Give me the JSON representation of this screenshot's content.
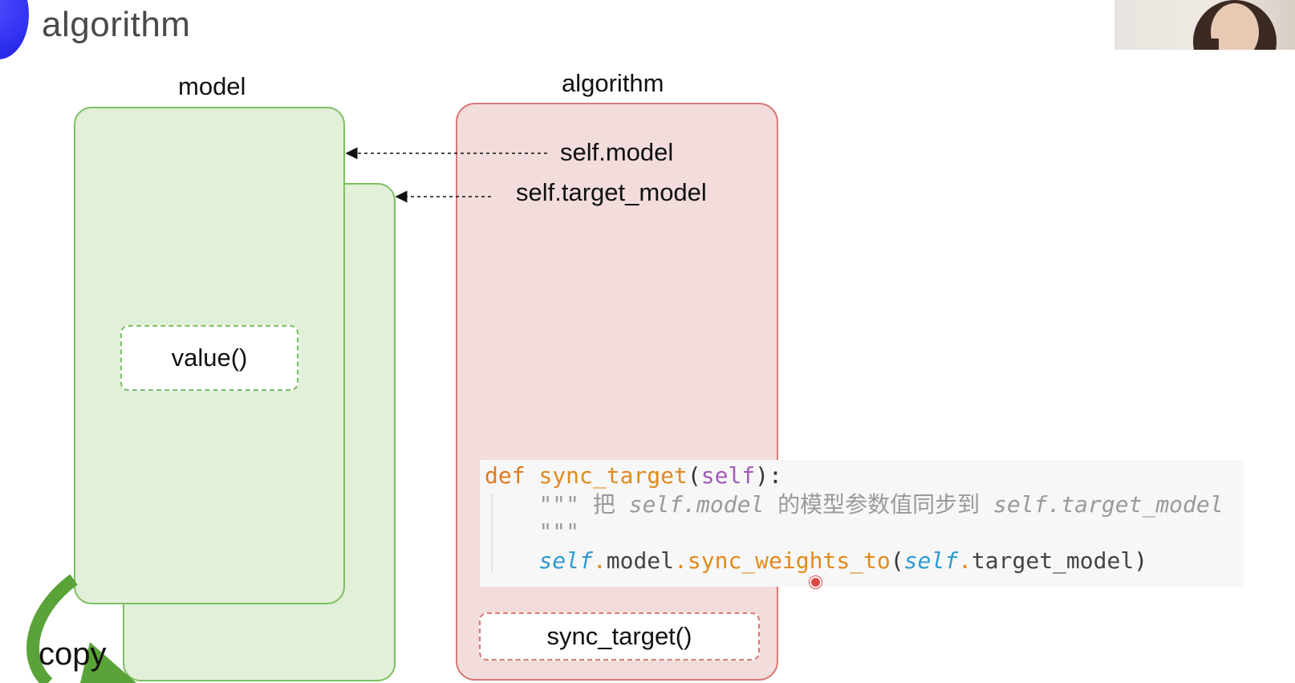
{
  "slide": {
    "title": "algorithm"
  },
  "diagram": {
    "model_label": "model",
    "algorithm_label": "algorithm",
    "self_model_label": "self.model",
    "self_target_model_label": "self.target_model",
    "value_label": "value()",
    "sync_target_label": "sync_target()",
    "copy_label": "copy"
  },
  "code": {
    "line1": {
      "def": "def",
      "name": "sync_target",
      "open": "(",
      "self": "self",
      "close": "):"
    },
    "line2": {
      "quotes": "\"\"\"",
      "zh1": " 把 ",
      "ref1": "self.model",
      "zh2": " 的模型参数值同步到 ",
      "ref2": "self.target_model"
    },
    "line3": {
      "quotes": "\"\"\""
    },
    "line4": {
      "self1": "self",
      "dot1": ".",
      "attr1": "model",
      "dot2": ".",
      "method": "sync_weights_to",
      "open": "(",
      "self2": "self",
      "dot3": ".",
      "attr2": "target_model",
      "close": ")"
    }
  },
  "colors": {
    "model_fill": "#e2efd9",
    "model_border": "#7cbf62",
    "algorithm_fill": "#f2dcdc",
    "algorithm_border": "#d77a7a",
    "keyword": "#e07a1f",
    "self_param": "#a05bb8",
    "self_italic": "#2f9bd1",
    "docstring": "#9a9a9a",
    "accent_blob": "#2a2af0",
    "copy_arrow": "#5aa338"
  }
}
